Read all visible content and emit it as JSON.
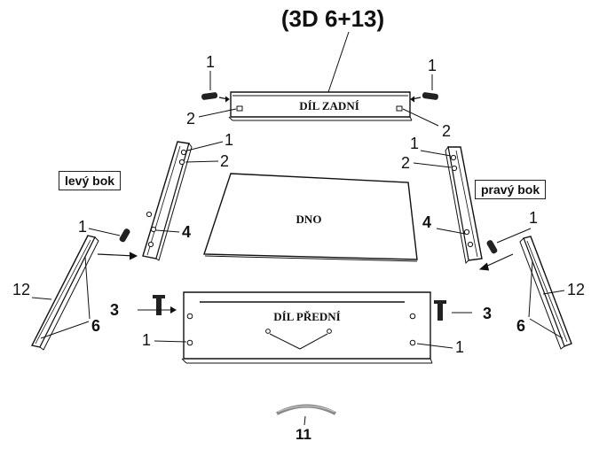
{
  "title": "(3D 6+13)",
  "parts": {
    "back_panel": "DÍL ZADNÍ",
    "bottom": "DNO",
    "front_panel": "DÍL PŘEDNÍ",
    "left_side": "levý bok",
    "right_side": "pravý bok"
  },
  "callouts": {
    "n1": "1",
    "n2": "2",
    "n3": "3",
    "n4": "4",
    "n6": "6",
    "n12": "12"
  },
  "page_number": "11"
}
